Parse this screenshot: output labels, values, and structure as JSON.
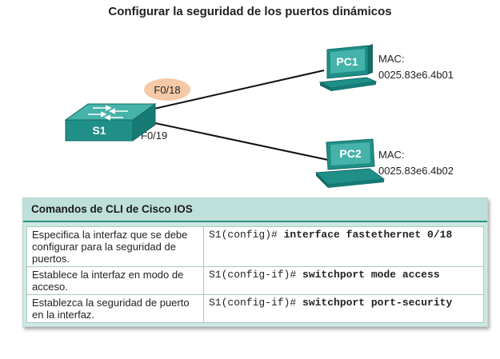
{
  "title": "Configurar la seguridad de los puertos dinámicos",
  "diagram": {
    "switch_label": "S1",
    "port_a": "F0/18",
    "port_b": "F0/19",
    "pc1": {
      "label": "PC1",
      "mac_label": "MAC:",
      "mac": "0025.83e6.4b01"
    },
    "pc2": {
      "label": "PC2",
      "mac_label": "MAC:",
      "mac": "0025.83e6.4b02"
    },
    "colors": {
      "device": "#1f8f88",
      "device_light": "#45b3aa",
      "highlight": "#f5c9a6"
    }
  },
  "table": {
    "header": "Comandos de CLI de Cisco IOS",
    "rows": [
      {
        "desc": "Especifica la interfaz que se debe configurar para la seguridad de puertos.",
        "prompt": "S1(config)# ",
        "command": "interface fastethernet 0/18"
      },
      {
        "desc": "Establece la interfaz en modo de acceso.",
        "prompt": "S1(config-if)# ",
        "command": "switchport mode access"
      },
      {
        "desc": "Establezca la seguridad de puerto en la interfaz.",
        "prompt": "S1(config-if)# ",
        "command": "switchport port-security"
      }
    ]
  }
}
